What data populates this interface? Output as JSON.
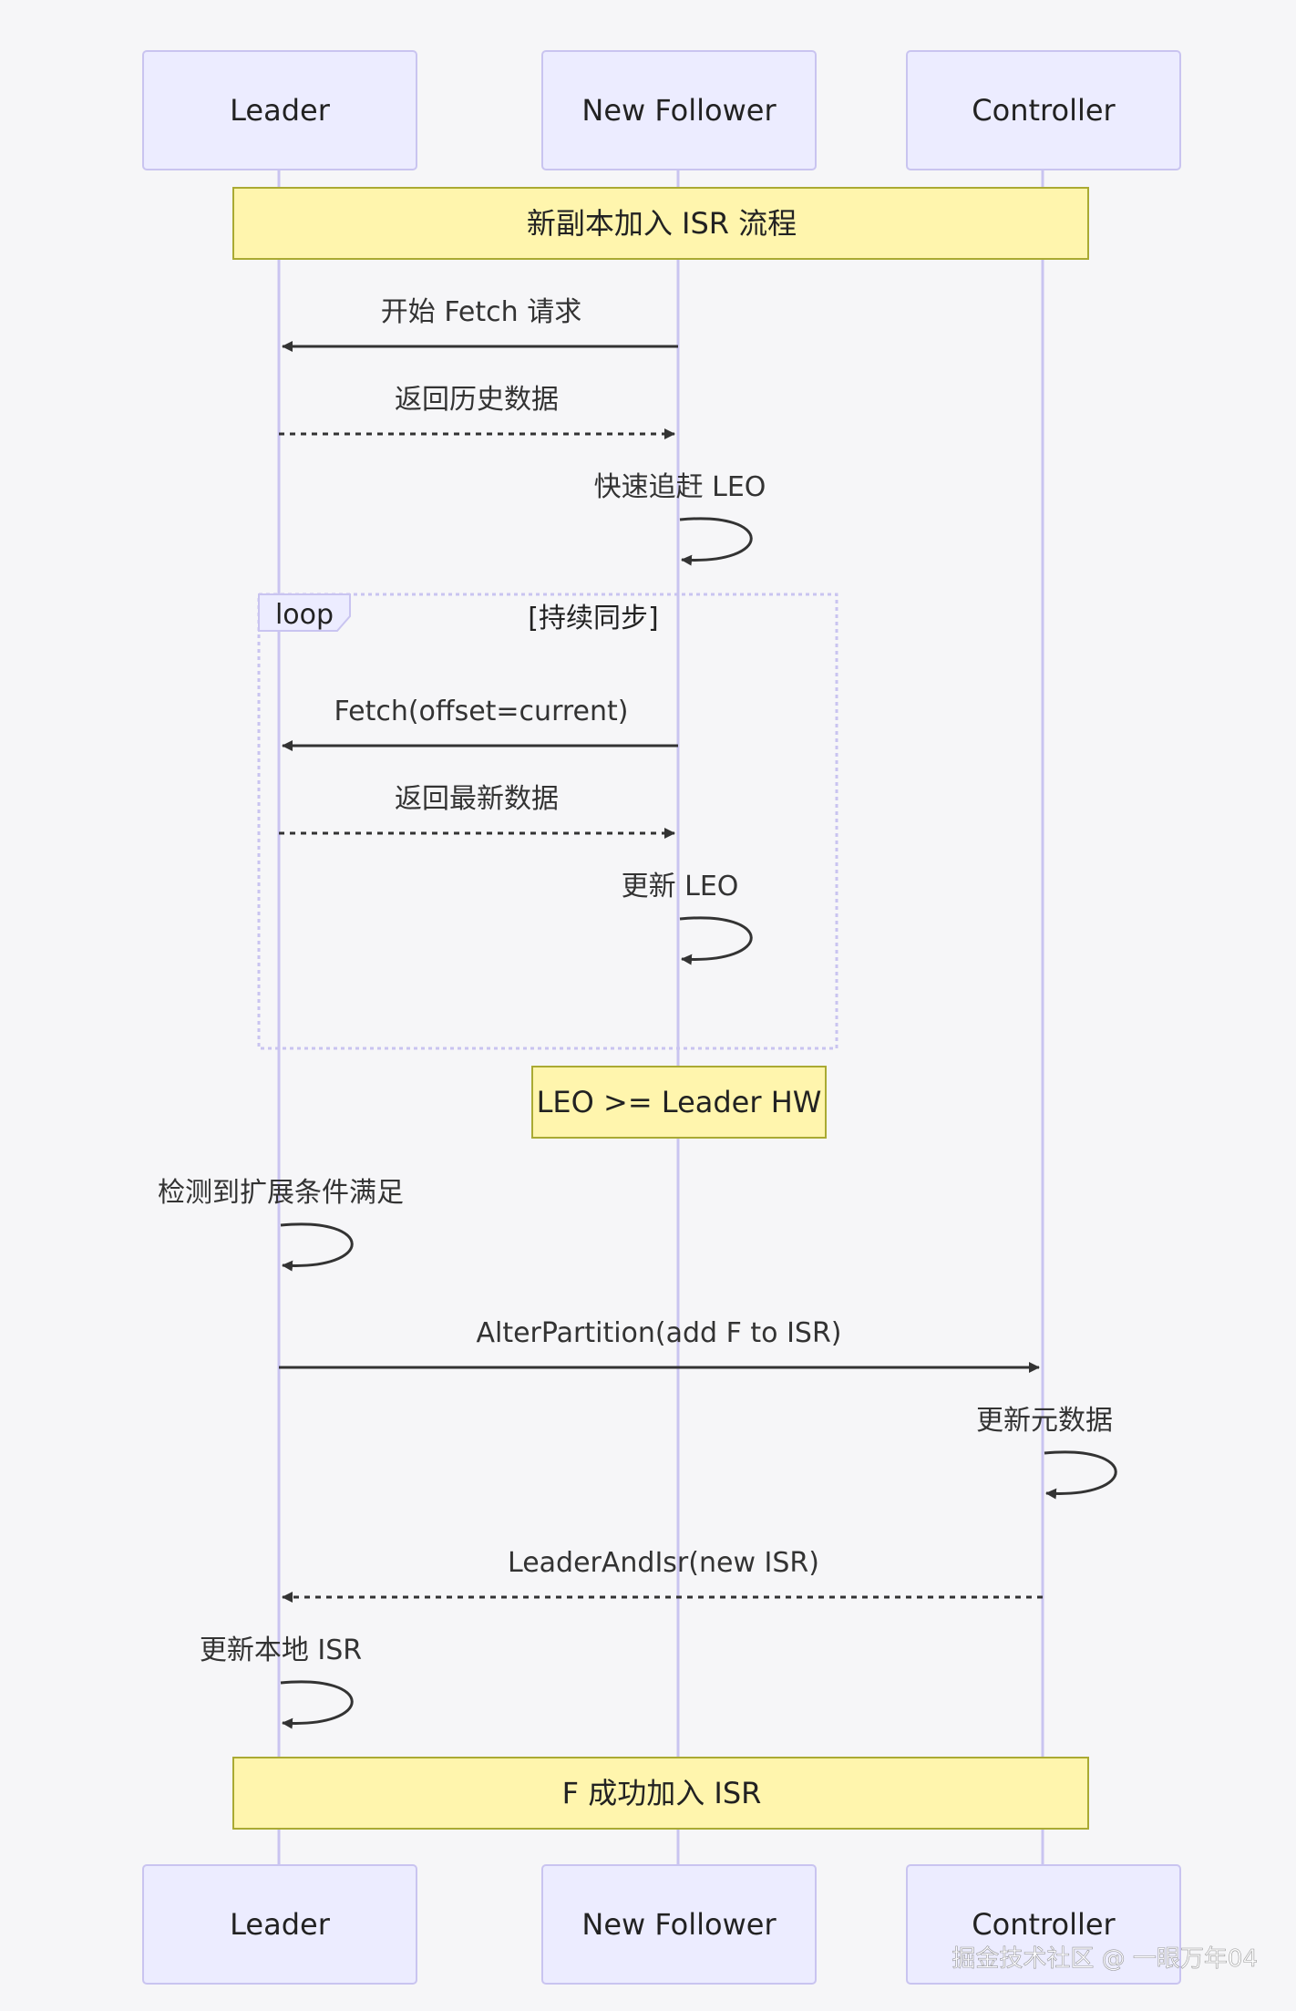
{
  "participants": {
    "leader": "Leader",
    "follower": "New Follower",
    "controller": "Controller"
  },
  "notes": {
    "start": "新副本加入 ISR 流程",
    "leo_check": "LEO >= Leader HW",
    "done": "F 成功加入 ISR"
  },
  "loop": {
    "keyword": "loop",
    "condition": "[持续同步]"
  },
  "messages": {
    "m1": "开始 Fetch 请求",
    "m2": "返回历史数据",
    "m3": "快速追赶 LEO",
    "m4": "Fetch(offset=current)",
    "m5": "返回最新数据",
    "m6": "更新 LEO",
    "m7": "检测到扩展条件满足",
    "m8": "AlterPartition(add F to ISR)",
    "m9": "更新元数据",
    "m10": "LeaderAndIsr(new ISR)",
    "m11": "更新本地 ISR"
  },
  "watermark": "掘金技术社区 @ 一眼万年04",
  "colors": {
    "actor_fill": "#ececff",
    "actor_stroke": "#c9c4f0",
    "lifeline": "#c9c4f0",
    "note_fill": "#fff5ad",
    "note_stroke": "#aaaa33",
    "arrow": "#333333",
    "loop_stroke": "#c9c4f0"
  }
}
